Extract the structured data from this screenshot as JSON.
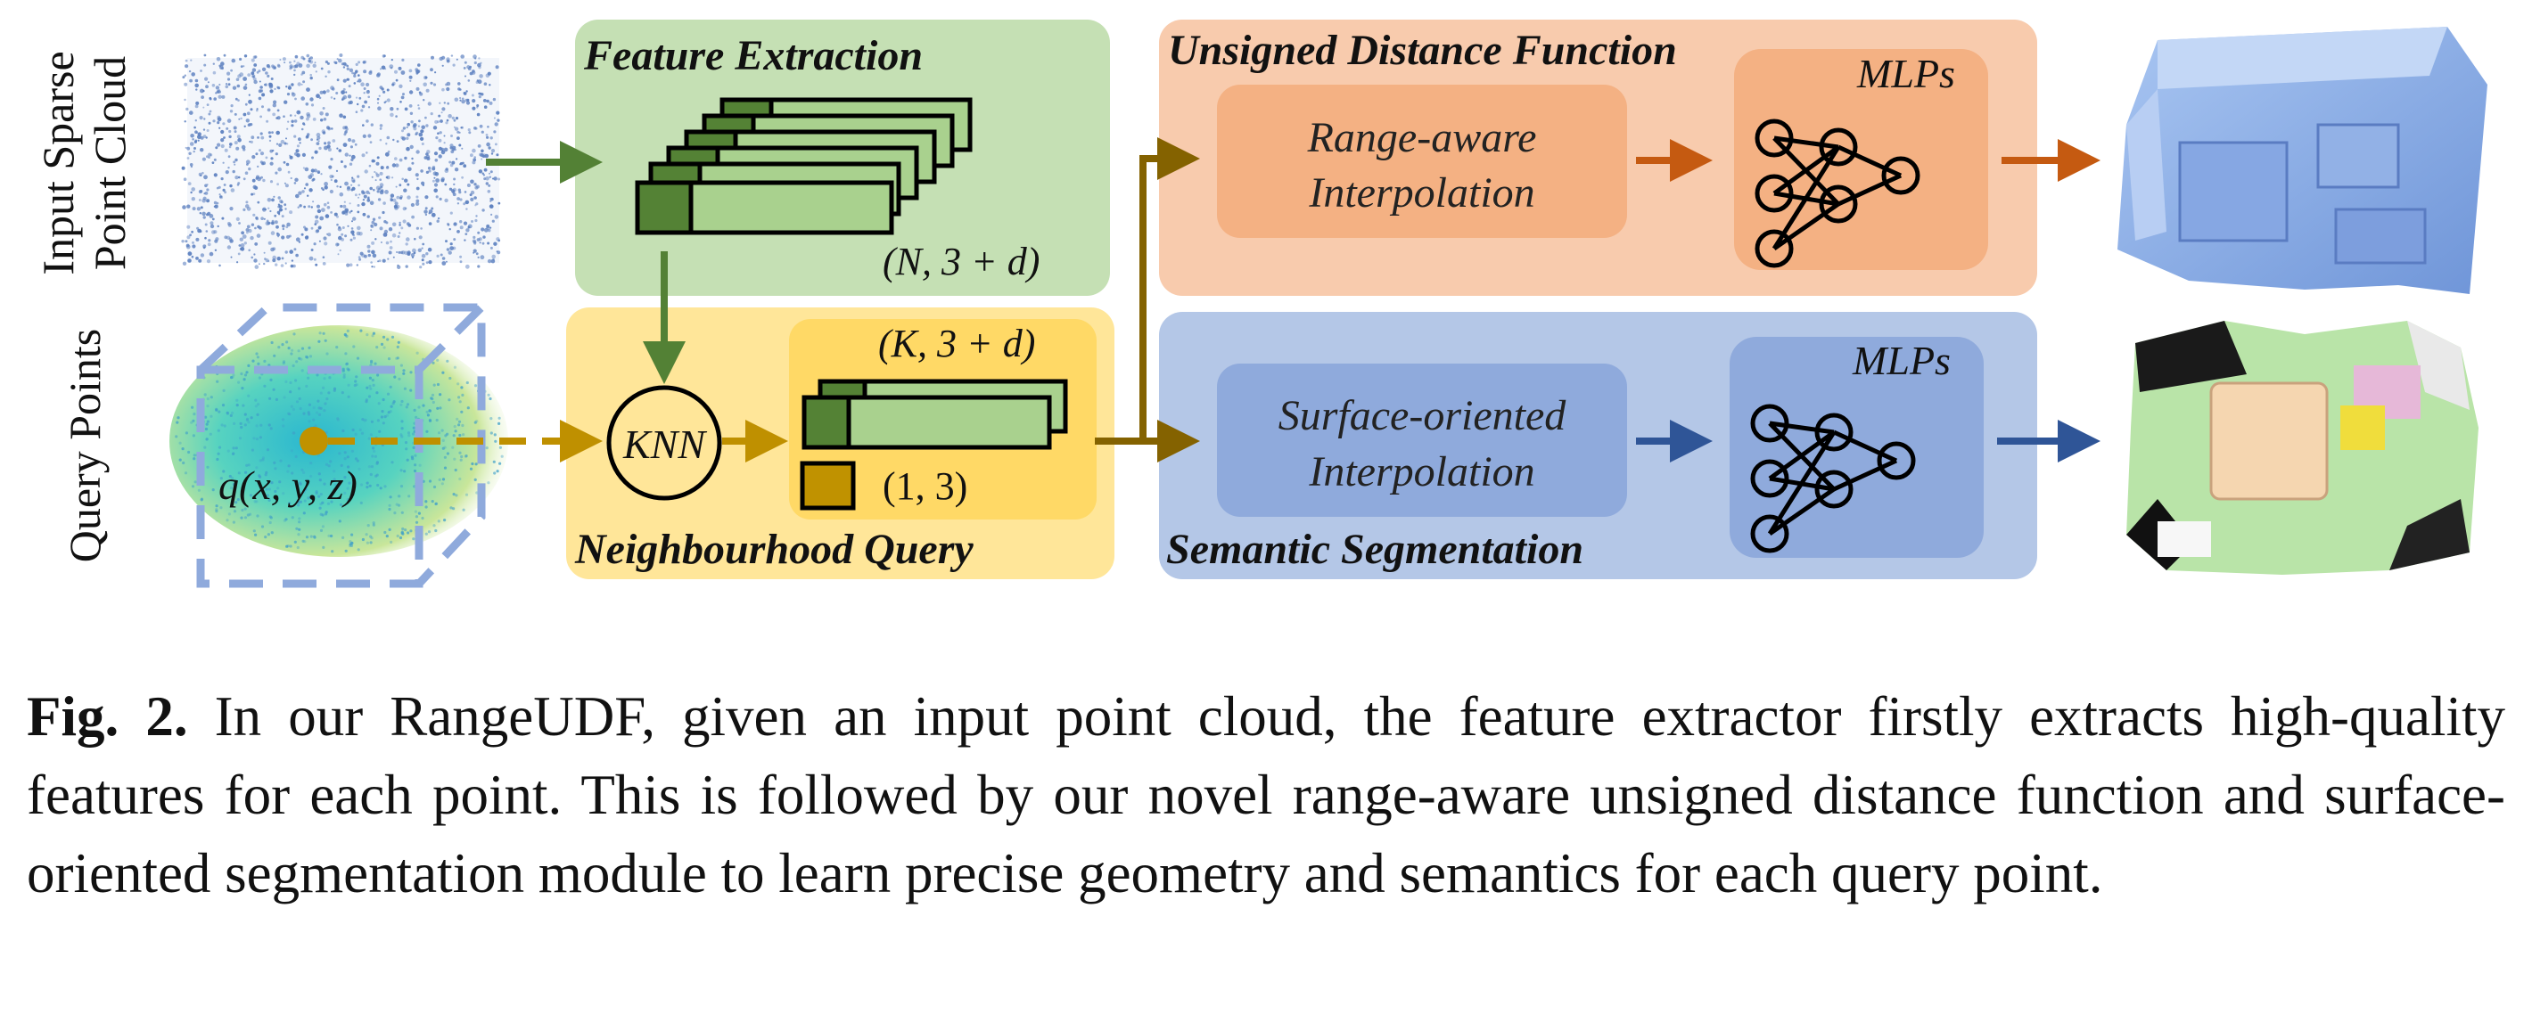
{
  "colors": {
    "green_box": "#c5e0b4",
    "green_dark": "#548235",
    "green_light": "#a9d18e",
    "green_arrow": "#538135",
    "yellow_box": "#ffe699",
    "yellow_inner": "#ffd966",
    "gold_arrow": "#bf9000",
    "gold_square": "#c09200",
    "orange_box": "#f8cbad",
    "orange_inner": "#f4b183",
    "orange_arrow": "#c55a11",
    "blue_box": "#b4c7e7",
    "blue_inner": "#8faadc",
    "blue_arrow": "#2f5597"
  },
  "left_labels": {
    "input_line1": "Input Sparse",
    "input_line2": "Point Cloud",
    "query": "Query Points",
    "query_point": "q(x, y, z)"
  },
  "feature_extraction": {
    "title": "Feature Extraction",
    "dims": "(N, 3 + d)"
  },
  "neighbourhood_query": {
    "title": "Neighbourhood Query",
    "knn": "KNN",
    "dims_k": "(K, 3 + d)",
    "dims_q": "(1, 3)"
  },
  "udf": {
    "title": "Unsigned Distance Function",
    "module_line1": "Range-aware",
    "module_line2": "Interpolation",
    "mlps": "MLPs"
  },
  "seg": {
    "title": "Semantic Segmentation",
    "module_line1": "Surface-oriented",
    "module_line2": "Interpolation",
    "mlps": "MLPs"
  },
  "caption": {
    "label": "Fig. 2.",
    "text": "In our RangeUDF, given an input point cloud, the feature extractor firstly extracts high-quality features for each point. This is followed by our novel range-aware unsigned distance function and surface-oriented segmentation module to learn precise geometry and semantics for each query point."
  }
}
